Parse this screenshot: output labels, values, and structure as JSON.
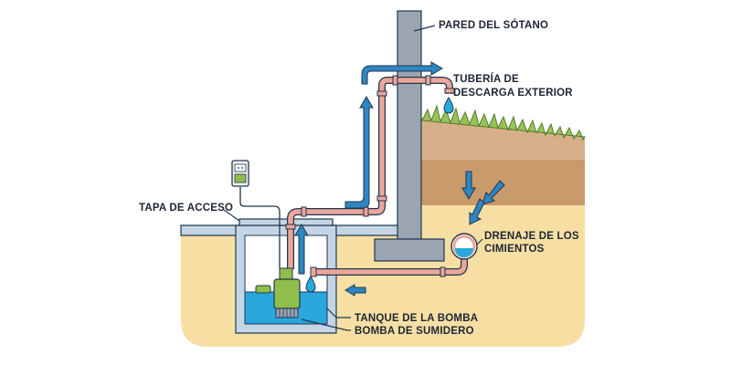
{
  "labels": {
    "basement_wall": "PARED DEL SÓTANO",
    "discharge_pipe_line1": "TUBERÍA DE",
    "discharge_pipe_line2": "DESCARGA EXTERIOR",
    "access_lid": "TAPA DE ACCESO",
    "foundation_drain_line1": "DRENAJE DE LOS",
    "foundation_drain_line2": "CIMIENTOS",
    "pump_tank": "TANQUE DE LA BOMBA",
    "sump_pump": "BOMBA DE SUMIDERO"
  },
  "colors": {
    "soil": "#f7dfa3",
    "soil_dark": "#c99a6a",
    "soil_mid": "#d7b08a",
    "wall": "#9aa5b1",
    "slab": "#c4d6e6",
    "pipe": "#eaa79a",
    "water": "#2aa7dd",
    "arrow": "#2e86c1",
    "grass": "#9bc25a",
    "pump": "#8fbf4a",
    "outline": "#22364f"
  },
  "icons": {
    "outlet": "electrical-outlet-icon",
    "droplet": "water-droplet-icon",
    "flow_arrow": "arrow-icon"
  }
}
